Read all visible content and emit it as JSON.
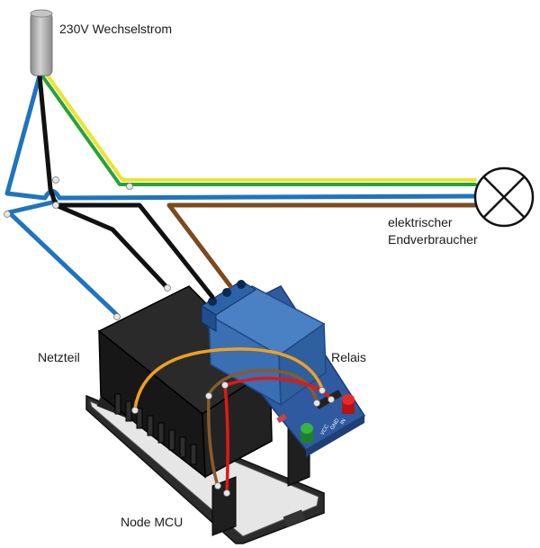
{
  "labels": {
    "mains": "230V Wechselstrom",
    "consumer_line1": "elektrischer",
    "consumer_line2": "Endverbraucher",
    "psu": "Netzteil",
    "relay": "Relais",
    "mcu": "Node MCU"
  },
  "relay_pins": {
    "gnd": "GND",
    "vcc": "VCC",
    "in": "IN"
  },
  "colors": {
    "cable_grey": "#9d9d9d",
    "wire_blue": "#1f74bd",
    "wire_black": "#111111",
    "wire_yellow": "#e9e430",
    "wire_green": "#27a23a",
    "wire_brown": "#7b4a1e",
    "wire_orange": "#f0a020",
    "wire_red": "#e01818",
    "relay_blue": "#3a6fb3",
    "terminal_blue": "#2b62a8",
    "led_red": "#d61f1f",
    "led_green": "#2a9b35",
    "psu_black": "#1d1d1d"
  },
  "icons": {
    "lamp": "lamp-symbol-icon"
  }
}
